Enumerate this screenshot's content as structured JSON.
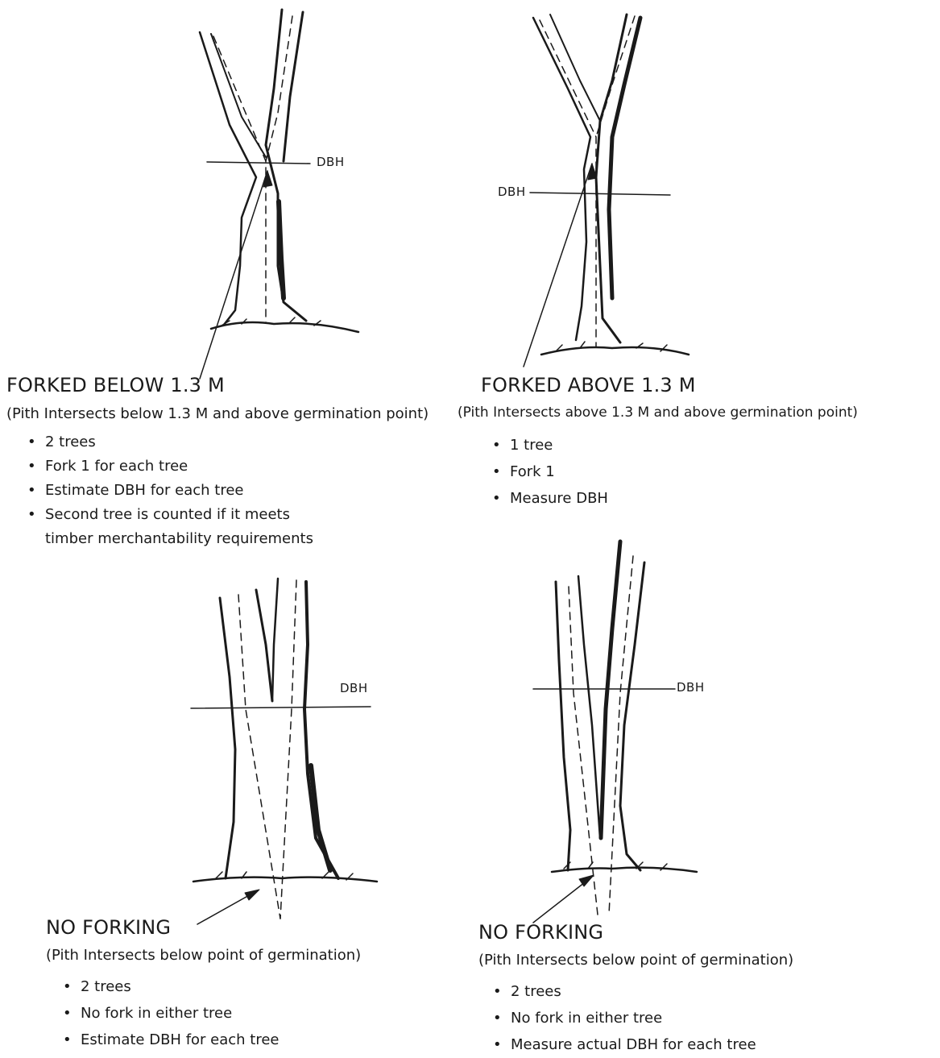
{
  "panels": {
    "top_left": {
      "dbh_label": "DBH",
      "title": "FORKED BELOW 1.3 M",
      "subtitle": "(Pith Intersects below 1.3 M and above germination point)",
      "bullets": [
        "2 trees",
        "Fork 1 for each tree",
        "Estimate DBH for each tree",
        "Second tree is counted if it meets"
      ],
      "bullet_continuation": "timber merchantability requirements"
    },
    "top_right": {
      "dbh_label": "DBH",
      "title": "FORKED ABOVE 1.3 M",
      "subtitle": "(Pith Intersects above 1.3 M and above germination point)",
      "bullets": [
        "1 tree",
        "Fork 1",
        "Measure DBH"
      ]
    },
    "bottom_left": {
      "dbh_label": "DBH",
      "title": "NO FORKING",
      "subtitle": "(Pith Intersects below point of  germination)",
      "bullets": [
        "2 trees",
        "No fork in either tree",
        "Estimate DBH for each tree"
      ]
    },
    "bottom_right": {
      "dbh_label": "DBH",
      "title": "NO FORKING",
      "subtitle": "(Pith Intersects below point of germination)",
      "bullets": [
        "2 trees",
        "No fork in either  tree",
        "Measure actual DBH for each tree"
      ]
    }
  },
  "colors": {
    "ink": "#1a1a1a",
    "background": "#ffffff"
  }
}
